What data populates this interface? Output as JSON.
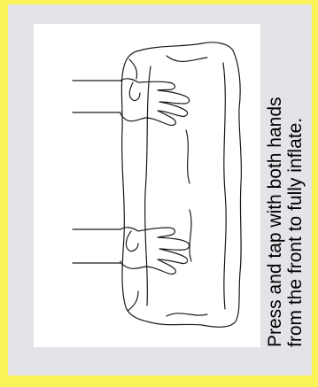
{
  "caption": {
    "line1": "Press and tap with both hands",
    "line2": "from the front to fully inflate."
  },
  "colors": {
    "border": "#fbf35a",
    "panel": "#e3e3e8",
    "illustration_bg": "#ffffff",
    "line": "#1a1a1a"
  },
  "illustration": {
    "icon": "inflatable-pillow-hands-press-illustration"
  }
}
